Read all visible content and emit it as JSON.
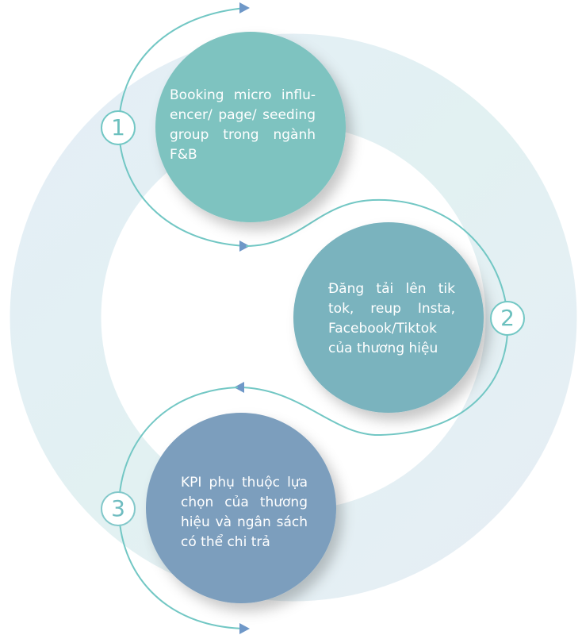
{
  "steps": [
    {
      "number": "1",
      "text": "Booking micro influ-encer/ page/ seeding group trong ngành F&B",
      "color": "#7ec3c0"
    },
    {
      "number": "2",
      "text": "Đăng tải lên tik tok, reup Insta, Facebook/Tiktok của thương hiệu",
      "color": "#7ab3be"
    },
    {
      "number": "3",
      "text": "KPI phụ thuộc lựa chọn của thương hiệu và ngân sách có thể chi trả",
      "color": "#7b9ebd"
    }
  ],
  "colors": {
    "ring_light": "#eaf3f7",
    "ring_mid": "#e0eff2",
    "line": "#72c7c4",
    "arrow": "#6f98c8"
  }
}
